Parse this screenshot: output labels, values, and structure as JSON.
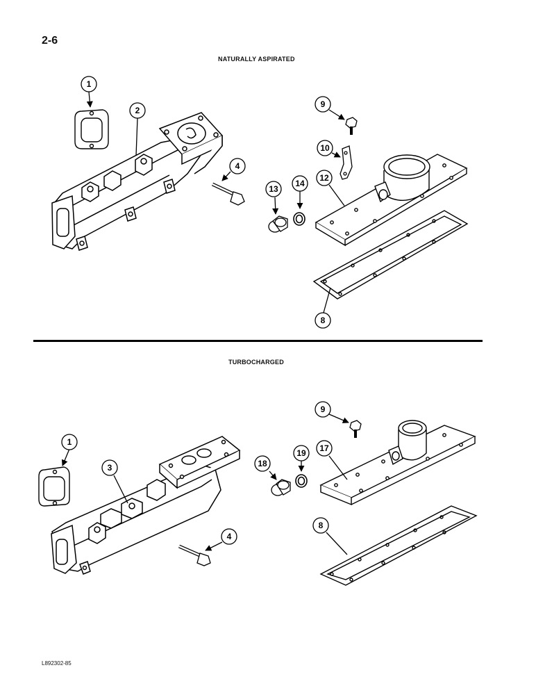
{
  "page_number": "2-6",
  "sections": {
    "naturally_aspirated": {
      "title": "NATURALLY ASPIRATED",
      "callouts": [
        "1",
        "2",
        "4",
        "9",
        "10",
        "12",
        "13",
        "14",
        "8"
      ]
    },
    "turbocharged": {
      "title": "TURBOCHARGED",
      "callouts": [
        "1",
        "3",
        "4",
        "9",
        "17",
        "18",
        "19",
        "8"
      ]
    }
  },
  "drawing_id": "L892302-85"
}
